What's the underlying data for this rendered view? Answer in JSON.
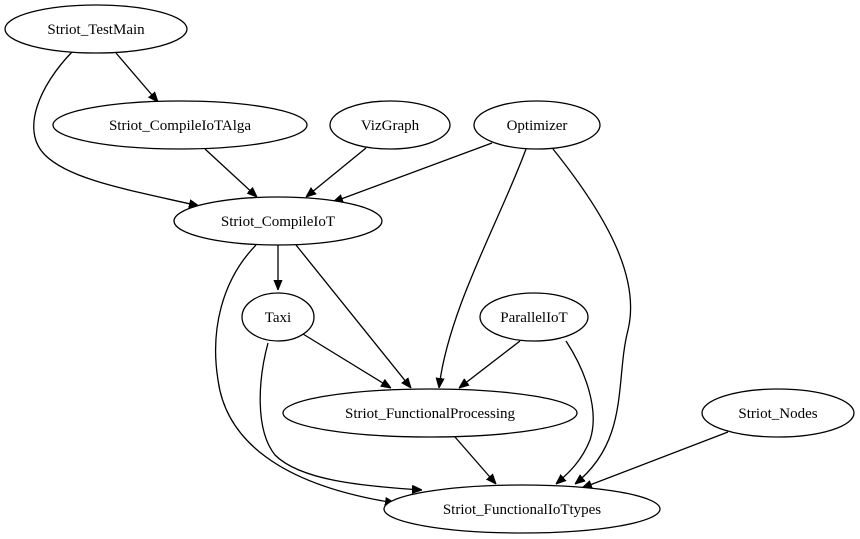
{
  "graph": {
    "nodes": [
      {
        "id": "testmain",
        "label": "Striot_TestMain"
      },
      {
        "id": "compilealga",
        "label": "Striot_CompileIoTAlga"
      },
      {
        "id": "vizgraph",
        "label": "VizGraph"
      },
      {
        "id": "optimizer",
        "label": "Optimizer"
      },
      {
        "id": "compileiot",
        "label": "Striot_CompileIoT"
      },
      {
        "id": "taxi",
        "label": "Taxi"
      },
      {
        "id": "paralleliot",
        "label": "ParallelIoT"
      },
      {
        "id": "functionalprocessing",
        "label": "Striot_FunctionalProcessing"
      },
      {
        "id": "nodes",
        "label": "Striot_Nodes"
      },
      {
        "id": "functionaliotypes",
        "label": "Striot_FunctionalIoTtypes"
      }
    ],
    "edges": [
      {
        "from": "testmain",
        "to": "compilealga"
      },
      {
        "from": "testmain",
        "to": "compileiot"
      },
      {
        "from": "compilealga",
        "to": "compileiot"
      },
      {
        "from": "vizgraph",
        "to": "compileiot"
      },
      {
        "from": "optimizer",
        "to": "compileiot"
      },
      {
        "from": "optimizer",
        "to": "functionalprocessing"
      },
      {
        "from": "optimizer",
        "to": "functionaliotypes"
      },
      {
        "from": "compileiot",
        "to": "taxi"
      },
      {
        "from": "compileiot",
        "to": "functionalprocessing"
      },
      {
        "from": "compileiot",
        "to": "functionaliotypes"
      },
      {
        "from": "taxi",
        "to": "functionalprocessing"
      },
      {
        "from": "taxi",
        "to": "functionaliotypes"
      },
      {
        "from": "paralleliot",
        "to": "functionalprocessing"
      },
      {
        "from": "paralleliot",
        "to": "functionaliotypes"
      },
      {
        "from": "functionalprocessing",
        "to": "functionaliotypes"
      },
      {
        "from": "nodes",
        "to": "functionaliotypes"
      }
    ]
  }
}
